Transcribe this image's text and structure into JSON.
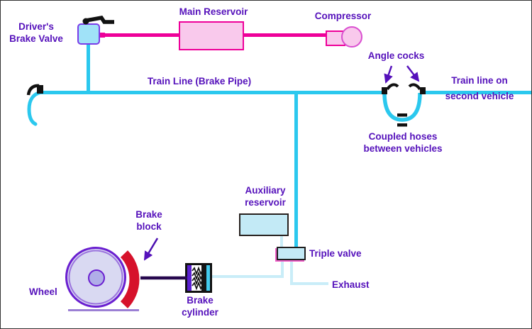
{
  "diagram": {
    "title": "Air brake system schematic",
    "labels": {
      "drivers_brake_valve": "Driver's\nBrake Valve",
      "main_reservoir": "Main Reservoir",
      "compressor": "Compressor",
      "train_line": "Train Line (Brake Pipe)",
      "angle_cocks": "Angle cocks",
      "train_line_second_vehicle": "Train line on\nsecond vehicle",
      "coupled_hoses": "Coupled hoses\nbetween vehicles",
      "auxiliary_reservoir": "Auxiliary\nreservoir",
      "triple_valve": "Triple valve",
      "exhaust": "Exhaust",
      "brake_block": "Brake\nblock",
      "brake_cylinder": "Brake\ncylinder",
      "wheel": "Wheel"
    },
    "colors": {
      "label_text": "#5511bb",
      "main_reservoir_pipe": "#ee0099",
      "brake_pipe": "#2bc8ee",
      "auxiliary_pipe": "#c9edf8",
      "brake_block": "#d6112b",
      "reservoir_fill": "#f9c9ec",
      "drivers_valve_fill": "#a0e2f8",
      "aux_reservoir_fill": "#c3eaf6",
      "wheel_fill": "#d9d9f2",
      "handle_black": "#111111"
    }
  }
}
